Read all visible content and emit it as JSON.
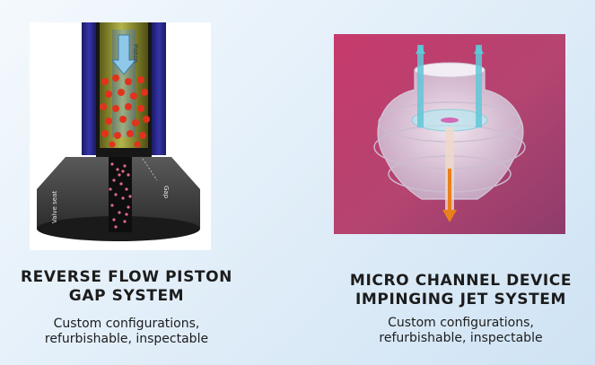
{
  "left": {
    "title_lines": [
      "REVERSE FLOW PISTON",
      "GAP SYSTEM"
    ],
    "subtitle_lines": [
      "Custom configurations,",
      "refurbishable, inspectable"
    ],
    "image_labels": {
      "piston": "Piston",
      "gap": "Gap",
      "valve_seat": "Valve seat"
    }
  },
  "right": {
    "title_lines": [
      "MICRO CHANNEL DEVICE",
      "IMPINGING JET SYSTEM"
    ],
    "subtitle_lines": [
      "Custom configurations,",
      "refurbishable, inspectable"
    ]
  },
  "colors": {
    "background": "#e3eff9",
    "text": "#1c1c1c",
    "piston": "#8a8a2a",
    "particles": "#e2321c",
    "right_bg": "#c0406a",
    "outlet_arrow": "#e8801c",
    "inlet_pipe": "#60c8d8"
  }
}
